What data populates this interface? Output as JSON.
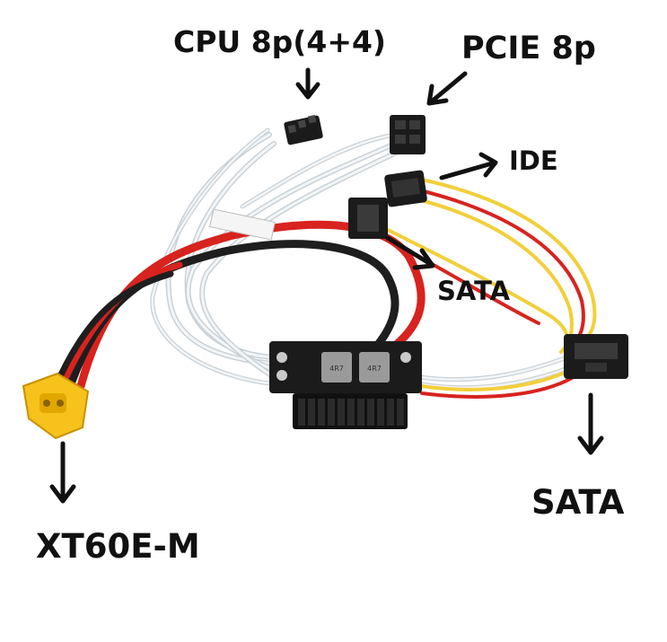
{
  "labels": {
    "cpu": "CPU 8p(4+4)",
    "pcie": "PCIE 8p",
    "ide": "IDE",
    "sata_upper": "SATA",
    "sata_lower": "SATA",
    "xt60": "XT60E-M"
  },
  "colors": {
    "wire_red": "#d8231e",
    "wire_black": "#1e1e1e",
    "wire_yellow": "#f2cf3a",
    "wire_white": "#e8ecef",
    "connector_yellow": "#f6c21b",
    "pcb": "#1b1b1b",
    "inductor": "#9a9a9a"
  },
  "components": [
    "cpu-8pin-connector",
    "pcie-8pin-connector",
    "ide-molex-connector",
    "sata-connector-upper",
    "sata-connector-lower",
    "xt60-connector",
    "psu-board"
  ]
}
